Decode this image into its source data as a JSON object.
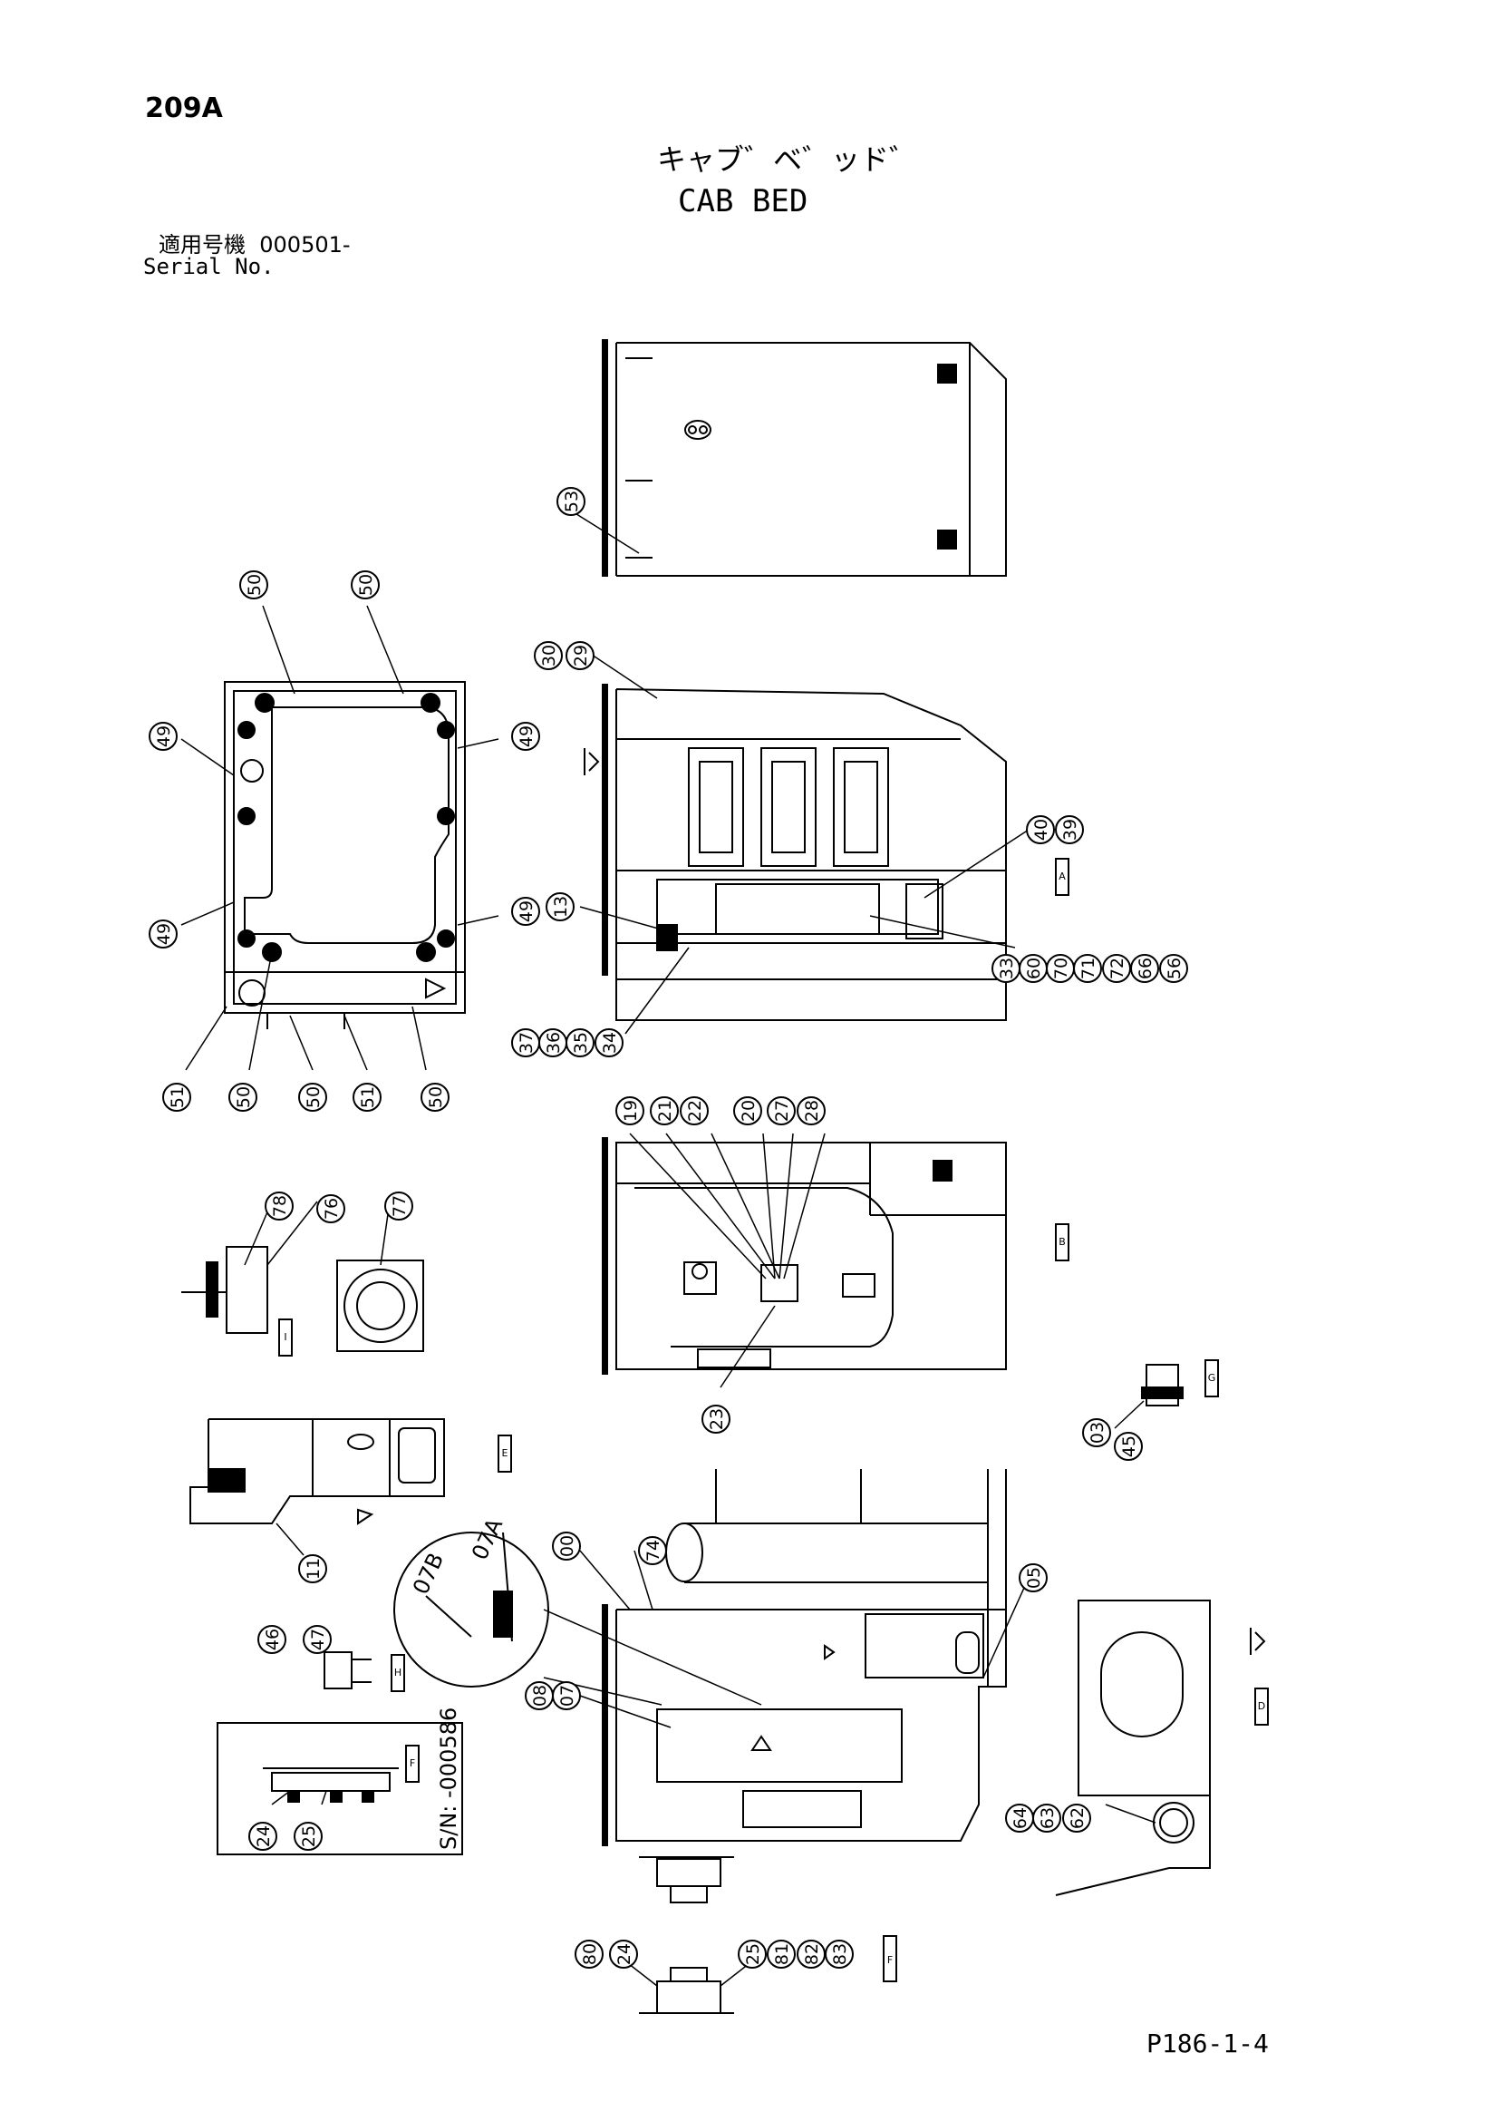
{
  "header": {
    "page_number": "209A",
    "title_jp": "キャブ゛ベ゛ッド゛",
    "title_en": "CAB BED",
    "serial_label_jp": "適用号機",
    "serial_value": "000501-",
    "serial_label_en": "Serial No."
  },
  "footer": {
    "page_ref": "P186-1-4"
  },
  "callouts": {
    "c53": "53",
    "c50a": "50",
    "c50b": "50",
    "c49a": "49",
    "c49b": "49",
    "c49c": "49",
    "c49d": "49",
    "c51a": "51",
    "c50c": "50",
    "c50d": "50",
    "c51b": "51",
    "c50e": "50",
    "c30": "30",
    "c29": "29",
    "c40": "40",
    "c39": "39",
    "c13": "13",
    "c33": "33",
    "c60": "60",
    "c70": "70",
    "c71": "71",
    "c72": "72",
    "c66": "66",
    "c56": "56",
    "c37": "37",
    "c36": "36",
    "c35": "35",
    "c34": "34",
    "c19": "19",
    "c21": "21",
    "c22": "22",
    "c20": "20",
    "c27": "27",
    "c28": "28",
    "c23": "23",
    "c78": "78",
    "c76": "76",
    "c77": "77",
    "c03": "03",
    "c45": "45",
    "c11": "11",
    "c00": "00",
    "c74": "74",
    "c05": "05",
    "c08": "08",
    "c07": "07",
    "c46": "46",
    "c47": "47",
    "c24a": "24",
    "c25a": "25",
    "c64": "64",
    "c63": "63",
    "c62": "62",
    "c80": "80",
    "c24b": "24",
    "c25b": "25",
    "c81": "81",
    "c82": "82",
    "c83": "83"
  },
  "detail_labels": {
    "d07A": "07A",
    "d07B": "07B",
    "serial_box": "S/N: -000586"
  },
  "view_markers": {
    "A": "A",
    "B": "B",
    "D": "D",
    "E": "E",
    "F": "F",
    "G": "G",
    "H": "H",
    "I": "I"
  }
}
